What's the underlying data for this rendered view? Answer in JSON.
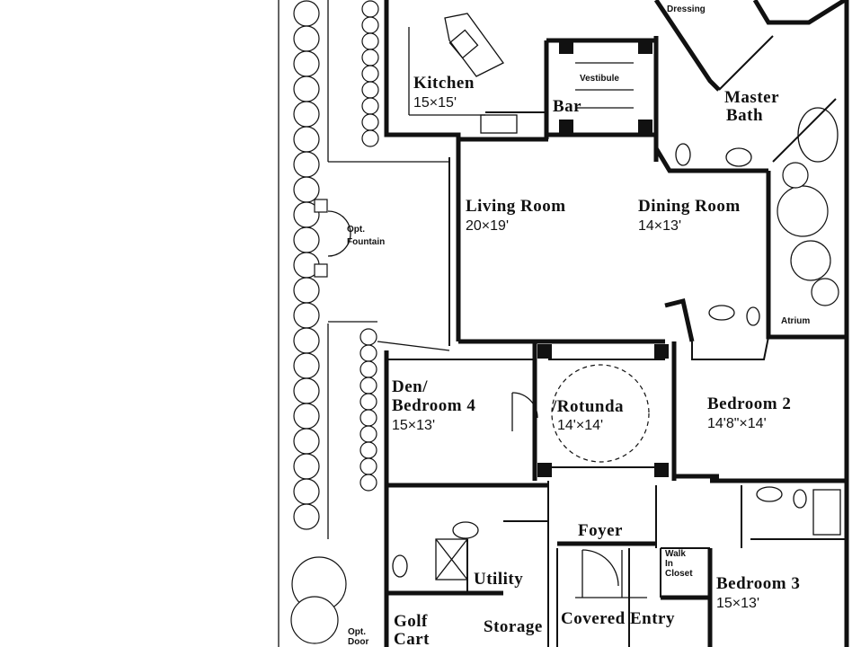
{
  "rooms": {
    "kitchen": {
      "name": "Kitchen",
      "size": "15×15'"
    },
    "vestibule": {
      "name": "Vestibule"
    },
    "bar": {
      "name": "Bar"
    },
    "dressing": {
      "name": "Dressing"
    },
    "master_bath": {
      "name_line1": "Master",
      "name_line2": "Bath"
    },
    "living_room": {
      "name": "Living Room",
      "size": "20×19'"
    },
    "dining_room": {
      "name": "Dining Room",
      "size": "14×13'"
    },
    "opt_fountain": {
      "line1": "Opt.",
      "line2": "Fountain"
    },
    "atrium": {
      "name": "Atrium"
    },
    "den": {
      "name_line1": "Den/",
      "name_line2": "Bedroom 4",
      "size": "15×13'"
    },
    "rotunda": {
      "name": "/Rotunda",
      "size": "14'×14'"
    },
    "bedroom2": {
      "name": "Bedroom 2",
      "size": "14'8\"×14'"
    },
    "foyer": {
      "name": "Foyer"
    },
    "utility": {
      "name": "Utility"
    },
    "walk_in_closet": {
      "line1": "Walk",
      "line2": "In",
      "line3": "Closet"
    },
    "bedroom3": {
      "name": "Bedroom 3",
      "size": "15×13'"
    },
    "golf_cart": {
      "name_line1": "Golf",
      "name_line2": "Cart"
    },
    "storage": {
      "name": "Storage"
    },
    "covered_entry": {
      "name": "Covered Entry"
    },
    "opt_door": {
      "line1": "Opt.",
      "line2": "Door"
    }
  }
}
